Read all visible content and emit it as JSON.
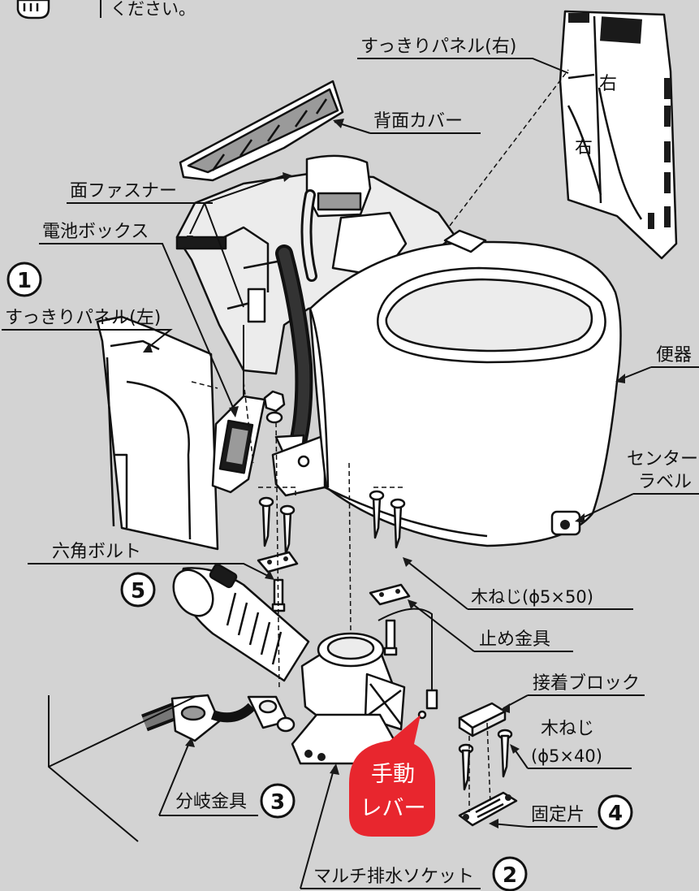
{
  "top_note": "ください。",
  "labels": {
    "panel_right": "すっきりパネル(右)",
    "back_cover": "背面カバー",
    "fastener": "面ファスナー",
    "battery_box": "電池ボックス",
    "panel_left": "すっきりパネル(左)",
    "toilet": "便器",
    "center_label_1": "センター",
    "center_label_2": "ラベル",
    "hex_bolt": "六角ボルト",
    "wood_screw_50": "木ねじ(ϕ5×50)",
    "stop_bracket": "止め金具",
    "adhesive_block": "接着ブロック",
    "wood_screw_40_1": "木ねじ",
    "wood_screw_40_2": "(ϕ5×40)",
    "branch_fitting": "分岐金具",
    "fixing_piece": "固定片",
    "multi_socket": "マルチ排水ソケット",
    "manual_lever_1": "手動",
    "manual_lever_2": "レバー",
    "panel_char": "右"
  },
  "numbers": {
    "n1": "1",
    "n2": "2",
    "n3": "3",
    "n4": "4",
    "n5": "5"
  },
  "colors": {
    "background": "#d3d3d3",
    "lever_badge": "#e8262e",
    "outline": "#111111"
  }
}
